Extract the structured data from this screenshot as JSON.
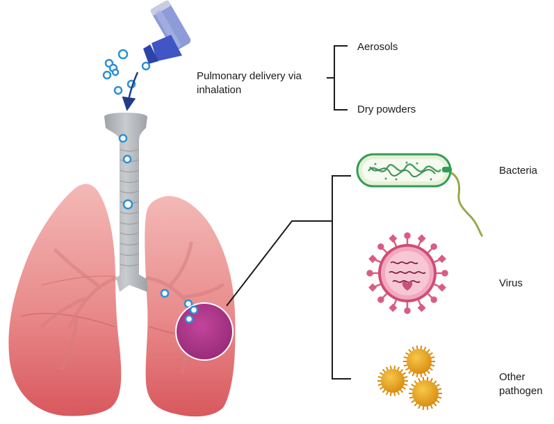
{
  "labels": {
    "delivery": "Pulmonary delivery via inhalation",
    "aerosols": "Aerosols",
    "dry_powders": "Dry powders",
    "bacteria": "Bacteria",
    "virus": "Virus",
    "other_pathogen": "Other pathogen"
  },
  "colors": {
    "lung_fill": "#e8777a",
    "trachea": "#b9bcc0",
    "particle_stroke": "#2b8fd6",
    "infection_site": "#b3388f",
    "bacteria_green": "#2f9d55",
    "virus_pink": "#d95d82",
    "pathogen_orange": "#e8a31c",
    "inhaler_blue": "#3f56c4",
    "arrow_navy": "#1f3c88"
  },
  "icons": {
    "inhaler": "inhaler-icon",
    "lungs": "lungs-icon",
    "bacteria": "bacteria-icon",
    "virus": "virus-icon",
    "other_pathogen": "pathogen-spore-icon"
  }
}
